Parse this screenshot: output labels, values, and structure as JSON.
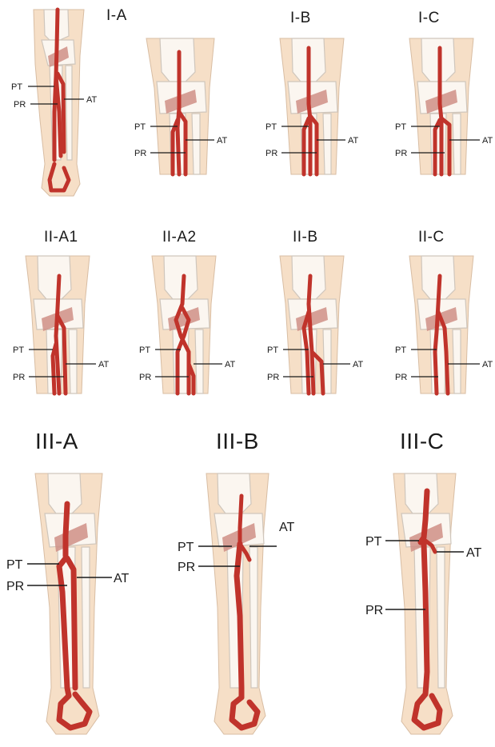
{
  "figure": {
    "rows": [
      {
        "panels": [
          {
            "title": "I-A",
            "labels": {
              "pt": "PT",
              "pr": "PR",
              "at": "AT"
            }
          },
          {
            "title": "I-B",
            "labels": {
              "pt": "PT",
              "pr": "PR",
              "at": "AT"
            }
          },
          {
            "title": "I-C",
            "labels": {
              "pt": "PT",
              "pr": "PR",
              "at": "AT"
            }
          }
        ]
      },
      {
        "panels": [
          {
            "title": "II-A1",
            "labels": {
              "pt": "PT",
              "pr": "PR",
              "at": "AT"
            }
          },
          {
            "title": "II-A2",
            "labels": {
              "pt": "PT",
              "pr": "PR",
              "at": "AT"
            }
          },
          {
            "title": "II-B",
            "labels": {
              "pt": "PT",
              "pr": "PR",
              "at": "AT"
            }
          },
          {
            "title": "II-C",
            "labels": {
              "pt": "PT",
              "pr": "PR",
              "at": "AT"
            }
          }
        ]
      },
      {
        "panels": [
          {
            "title": "III-A",
            "labels": {
              "pt": "PT",
              "pr": "PR",
              "at": "AT"
            }
          },
          {
            "title": "III-B",
            "labels": {
              "pt": "PT",
              "pr": "PR",
              "at": "AT"
            }
          },
          {
            "title": "III-C",
            "labels": {
              "pt": "PT",
              "pr": "PR",
              "at": "AT"
            }
          }
        ]
      }
    ],
    "colors": {
      "artery": "#c0332b",
      "artery_edge": "#8e1f1a",
      "skin": "#f6dfc7",
      "skin_edge": "#d8bda3",
      "bone": "#fbf6f0",
      "bone_edge": "#cfc6bc",
      "muscle": "#cf8f86",
      "label_line": "#1a1a1a"
    }
  }
}
